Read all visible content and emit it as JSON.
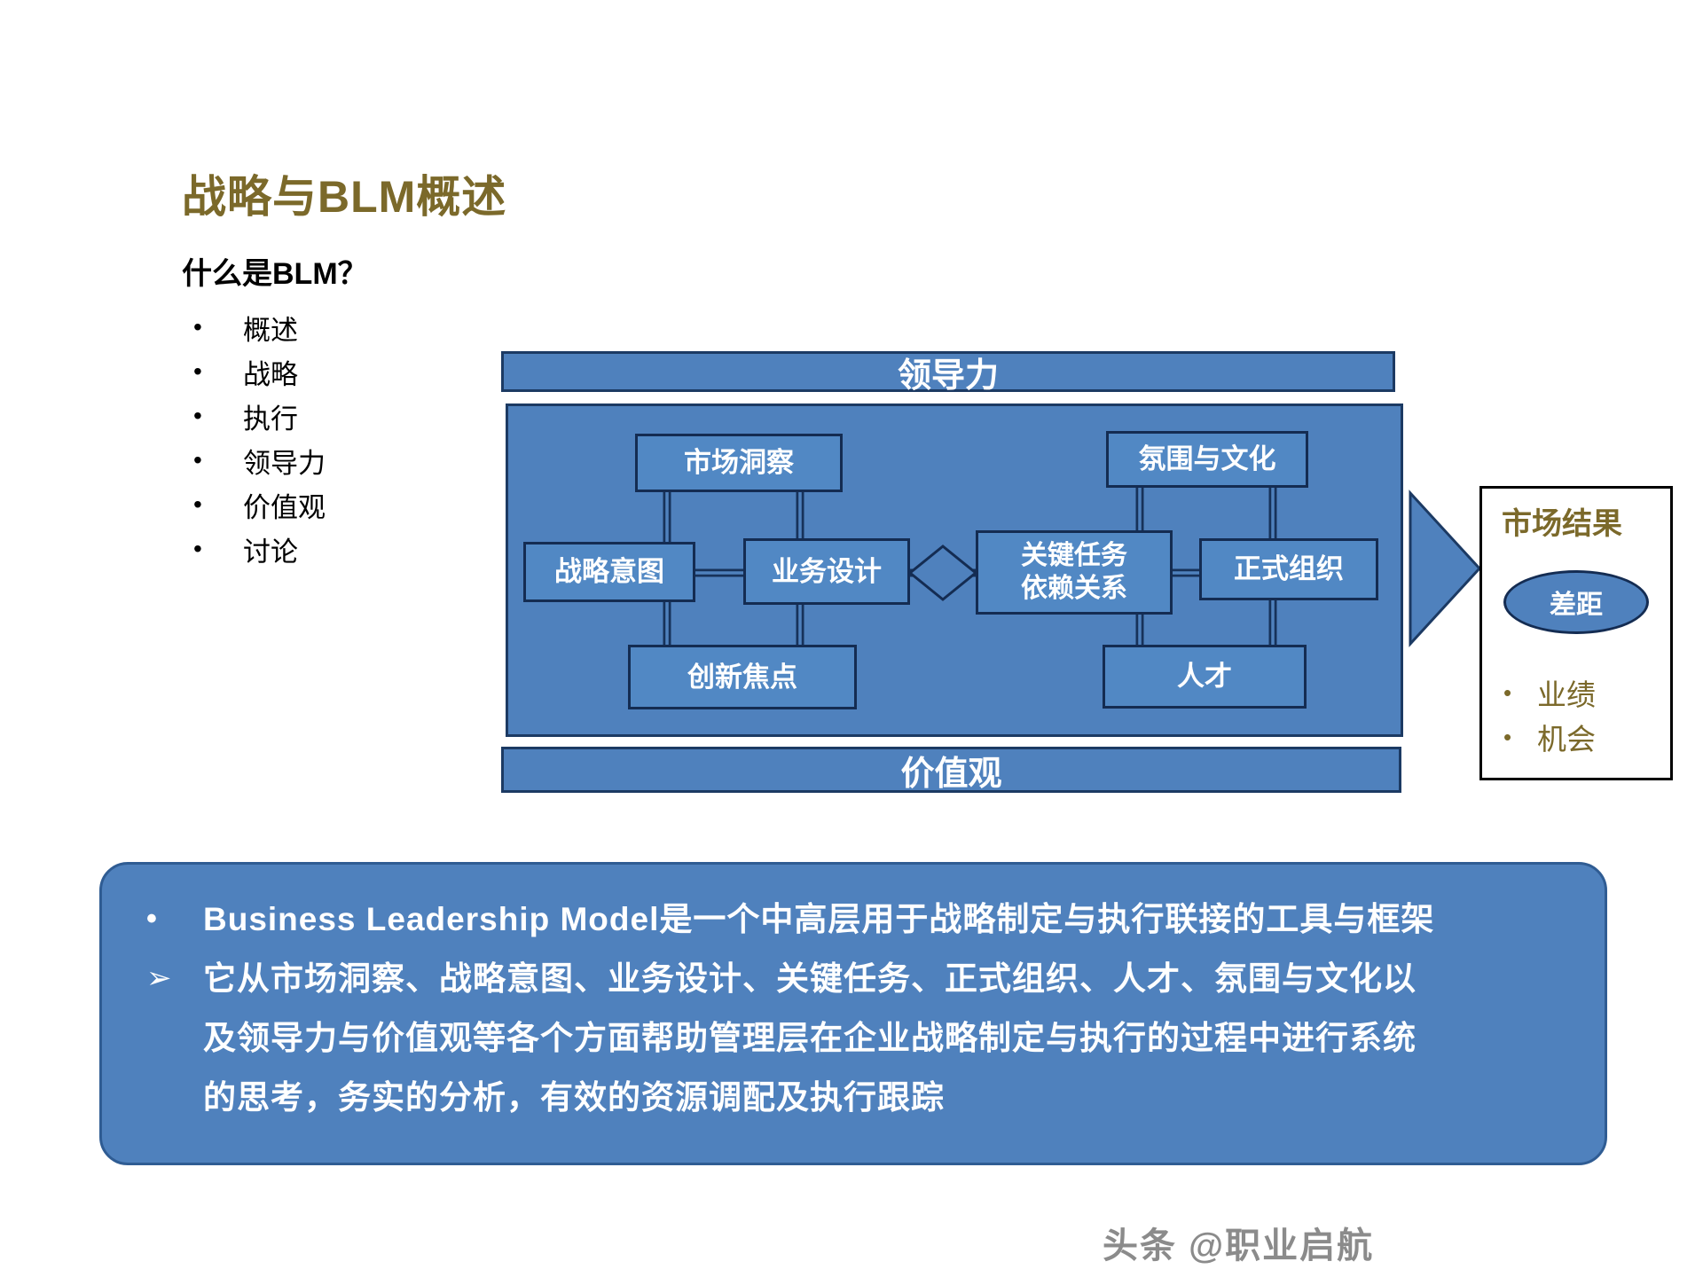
{
  "slide": {
    "title": "战略与BLM概述",
    "subtitle": "什么是BLM？",
    "bullet_marker": "•",
    "menu": [
      "概述",
      "战略",
      "执行",
      "领导力",
      "价值观",
      "讨论"
    ],
    "diagram": {
      "top_bar": "领导力",
      "bottom_bar": "价值观",
      "nodes": {
        "market_insight": "市场洞察",
        "climate_culture": "氛围与文化",
        "strategic_intent": "战略意图",
        "business_design": "业务设计",
        "key_tasks_line1": "关键任务",
        "key_tasks_line2": "依赖关系",
        "formal_org": "正式组织",
        "innovation_focus": "创新焦点",
        "talent": "人才"
      },
      "results": {
        "title": "市场结果",
        "gap": "差距",
        "bullets": [
          "业绩",
          "机会"
        ]
      }
    },
    "summary": {
      "marker1": "•",
      "marker2": "➢",
      "bullet1": "Business Leadership Model是一个中高层用于战略制定与执行联接的工具与框架",
      "bullet2_lines": [
        "它从市场洞察、战略意图、业务设计、关键任务、正式组织、人才、氛围与文化以",
        "及领导力与价值观等各个方面帮助管理层在企业战略制定与执行的过程中进行系统",
        "的思考，务实的分析，有效的资源调配及执行跟踪"
      ]
    },
    "watermark": "头条 @职业启航",
    "colors": {
      "accent_blue": "#4f81bd",
      "border_navy": "#1c3a63",
      "olive": "#7b692a",
      "watermark_gray": "#8b8b8b"
    }
  }
}
